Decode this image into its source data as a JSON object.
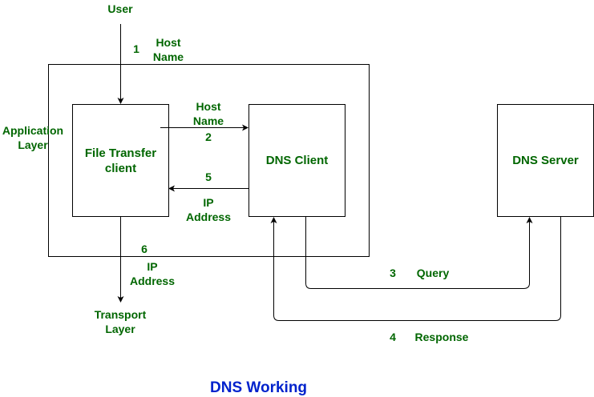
{
  "diagram": {
    "title": "DNS Working",
    "nodes": {
      "user": "User",
      "application_layer": [
        "Application",
        "Layer"
      ],
      "file_transfer_client": [
        "File Transfer",
        "client"
      ],
      "dns_client": "DNS Client",
      "dns_server": "DNS Server",
      "transport_layer": [
        "Transport",
        "Layer"
      ]
    },
    "edges": [
      {
        "step": "1",
        "label": [
          "Host",
          "Name"
        ],
        "from": "User",
        "to": "File Transfer client"
      },
      {
        "step": "2",
        "label": [
          "Host",
          "Name"
        ],
        "from": "File Transfer client",
        "to": "DNS Client"
      },
      {
        "step": "3",
        "label": [
          "Query"
        ],
        "from": "DNS Client",
        "to": "DNS Server"
      },
      {
        "step": "4",
        "label": [
          "Response"
        ],
        "from": "DNS Server",
        "to": "DNS Client"
      },
      {
        "step": "5",
        "label": [
          "IP",
          "Address"
        ],
        "from": "DNS Client",
        "to": "File Transfer client"
      },
      {
        "step": "6",
        "label": [
          "IP",
          "Address"
        ],
        "from": "File Transfer client",
        "to": "Transport Layer"
      }
    ]
  }
}
